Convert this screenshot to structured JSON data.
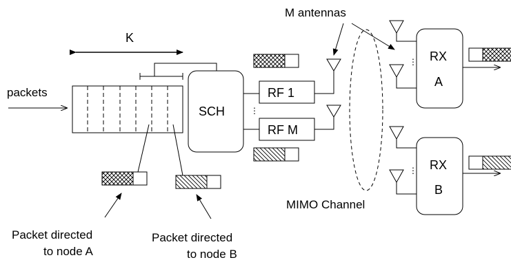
{
  "labels": {
    "m_antennas": "M antennas",
    "k": "K",
    "packets": "packets",
    "sch": "SCH",
    "rf1": "RF 1",
    "rfm": "RF M",
    "rx_a_top": "RX",
    "rx_a_bottom": "A",
    "rx_b_top": "RX",
    "rx_b_bottom": "B",
    "mimo_channel": "MIMO Channel",
    "packet_a_line1": "Packet directed",
    "packet_a_line2": "to node A",
    "packet_b_line1": "Packet directed",
    "packet_b_line2": "to node B"
  },
  "icons": {
    "antenna": "triangle-antenna-icon",
    "packet_a_pattern": "cross-hatch",
    "packet_b_pattern": "diagonal-hatch"
  },
  "colors": {
    "stroke": "#000000",
    "background": "#ffffff"
  }
}
